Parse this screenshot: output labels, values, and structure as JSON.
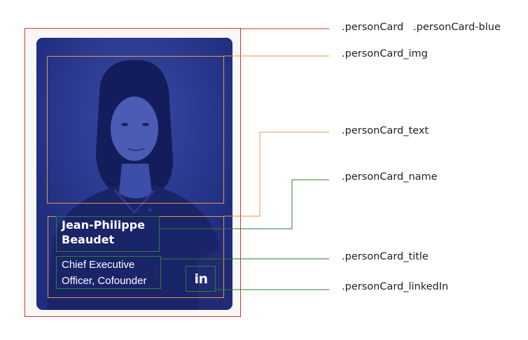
{
  "card": {
    "name": "Jean-Philippe Beaudet",
    "title": "Chief Executive Officer, Cofounder",
    "linkedin_icon_text": "in",
    "background_color": "#1f2d7e"
  },
  "annotations": {
    "card_classes": ".personCard   .personCard-blue",
    "img": ".personCard_img",
    "text": ".personCard_text",
    "name": ".personCard_name",
    "title": ".personCard_title",
    "linkedin": ".personCard_linkedIn"
  },
  "colors": {
    "card_outline": "#d9302f",
    "img_and_text_outline": "#e8954a",
    "name_title_linkedin_outline": "#2e7d32"
  }
}
